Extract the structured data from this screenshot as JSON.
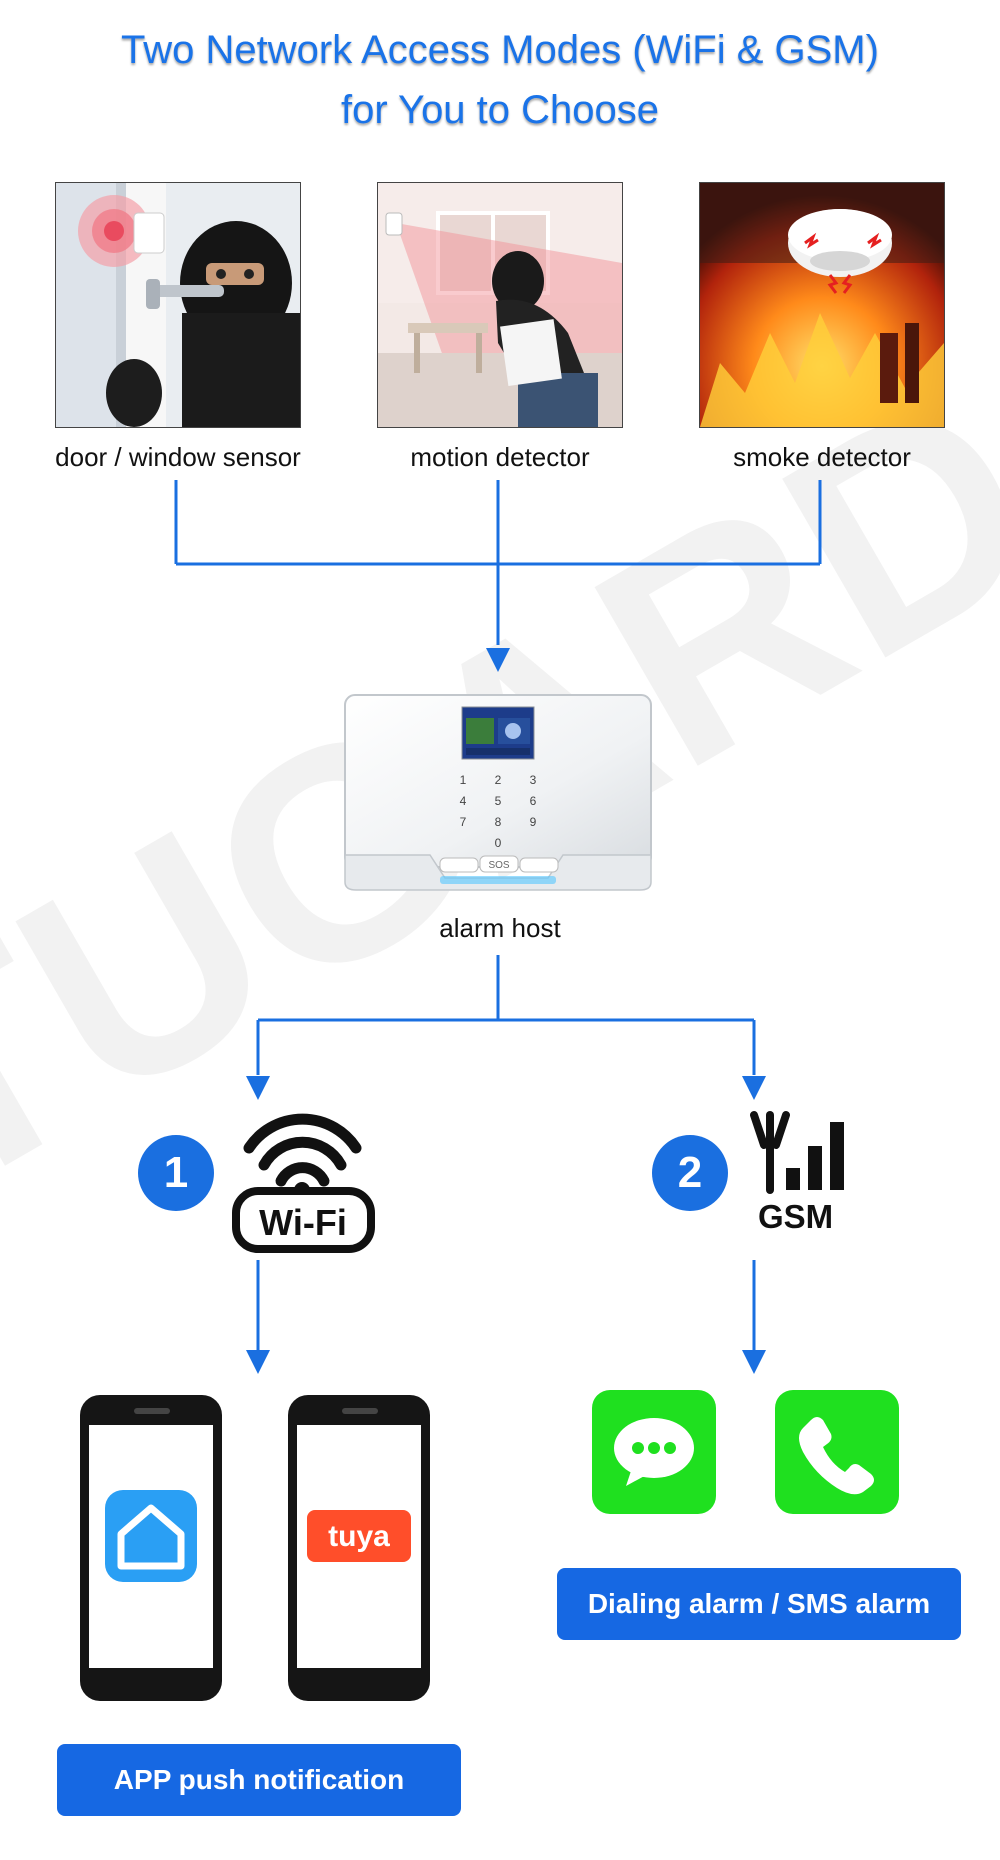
{
  "title": {
    "line1": "Two Network Access Modes (WiFi & GSM)",
    "line2": "for You to Choose"
  },
  "sensors": [
    {
      "label": "door / window sensor",
      "icon": "door-window-sensor-photo"
    },
    {
      "label": "motion detector",
      "icon": "motion-detector-photo"
    },
    {
      "label": "smoke detector",
      "icon": "smoke-detector-photo"
    }
  ],
  "host": {
    "label": "alarm host",
    "keypad": [
      "1",
      "2",
      "3",
      "4",
      "5",
      "6",
      "7",
      "8",
      "9",
      "0"
    ],
    "sos_label": "SOS"
  },
  "modes": [
    {
      "number": "1",
      "name": "Wi-Fi",
      "icon": "wifi-icon"
    },
    {
      "number": "2",
      "name": "GSM",
      "icon": "signal-bars-icon"
    }
  ],
  "outputs": {
    "app_label": "APP push notification",
    "app_brand": "tuya",
    "sms_label": "Dialing alarm / SMS alarm"
  },
  "watermark": "TUGARD",
  "colors": {
    "accent": "#1a6fe0",
    "title": "#1a73e8",
    "green": "#1fe01f",
    "tuya": "#ff4e2a",
    "smart_home": "#2a9ff4"
  }
}
